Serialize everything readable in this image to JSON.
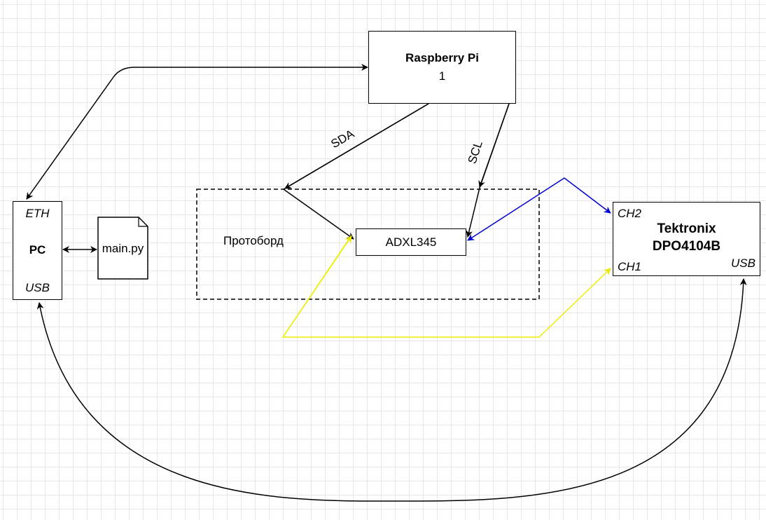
{
  "nodes": {
    "raspberry": {
      "title": "Raspberry Pi",
      "subtitle": "1"
    },
    "pc": {
      "title": "PC",
      "port_top": "ETH",
      "port_bottom": "USB"
    },
    "file": {
      "label": "main.py"
    },
    "breadboard": {
      "label": "Протоборд"
    },
    "sensor": {
      "label": "ADXL345"
    },
    "scope": {
      "title_line1": "Tektronix",
      "title_line2": "DPO4104B",
      "ch2": "CH2",
      "ch1": "CH1",
      "usb": "USB"
    }
  },
  "edges": {
    "sda": "SDA",
    "scl": "SCL"
  },
  "colors": {
    "line": "#000000",
    "ch2_line": "#0000cc",
    "ch1_line": "#ffff00",
    "grid": "#e8e8e8"
  }
}
